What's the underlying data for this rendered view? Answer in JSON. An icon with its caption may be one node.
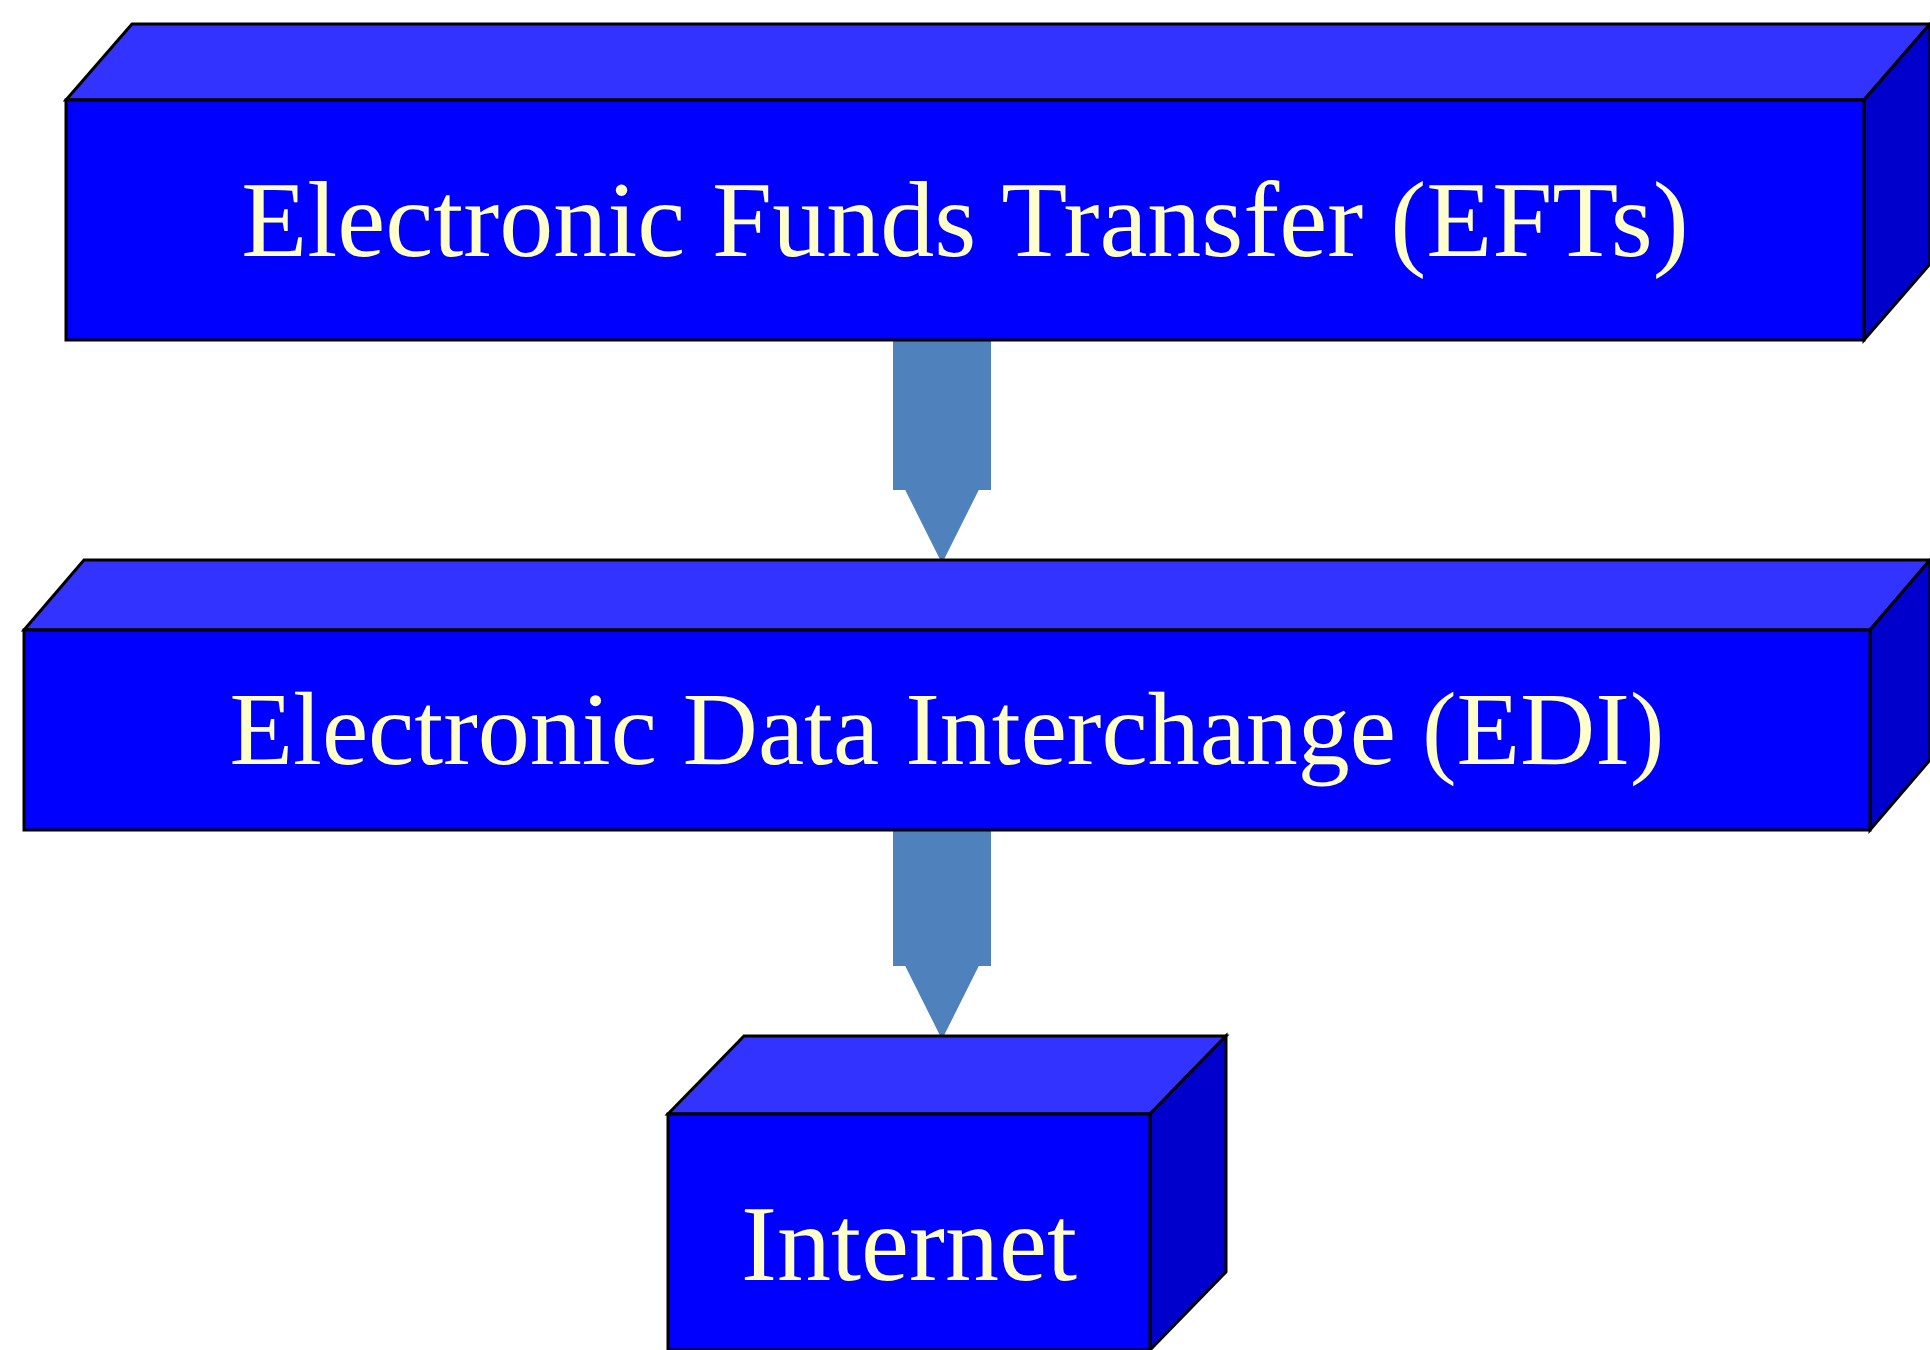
{
  "diagram": {
    "nodes": [
      {
        "text": [
          "Electronic Funds Transfer (EFTs)"
        ]
      },
      {
        "text": [
          "Electronic Data Interchange (EDI)"
        ]
      },
      {
        "text": [
          "Internet"
        ]
      }
    ],
    "edges": [
      {
        "from": 0,
        "to": 1,
        "arrow": "to"
      },
      {
        "from": 1,
        "to": 2,
        "arrow": "to"
      }
    ]
  }
}
